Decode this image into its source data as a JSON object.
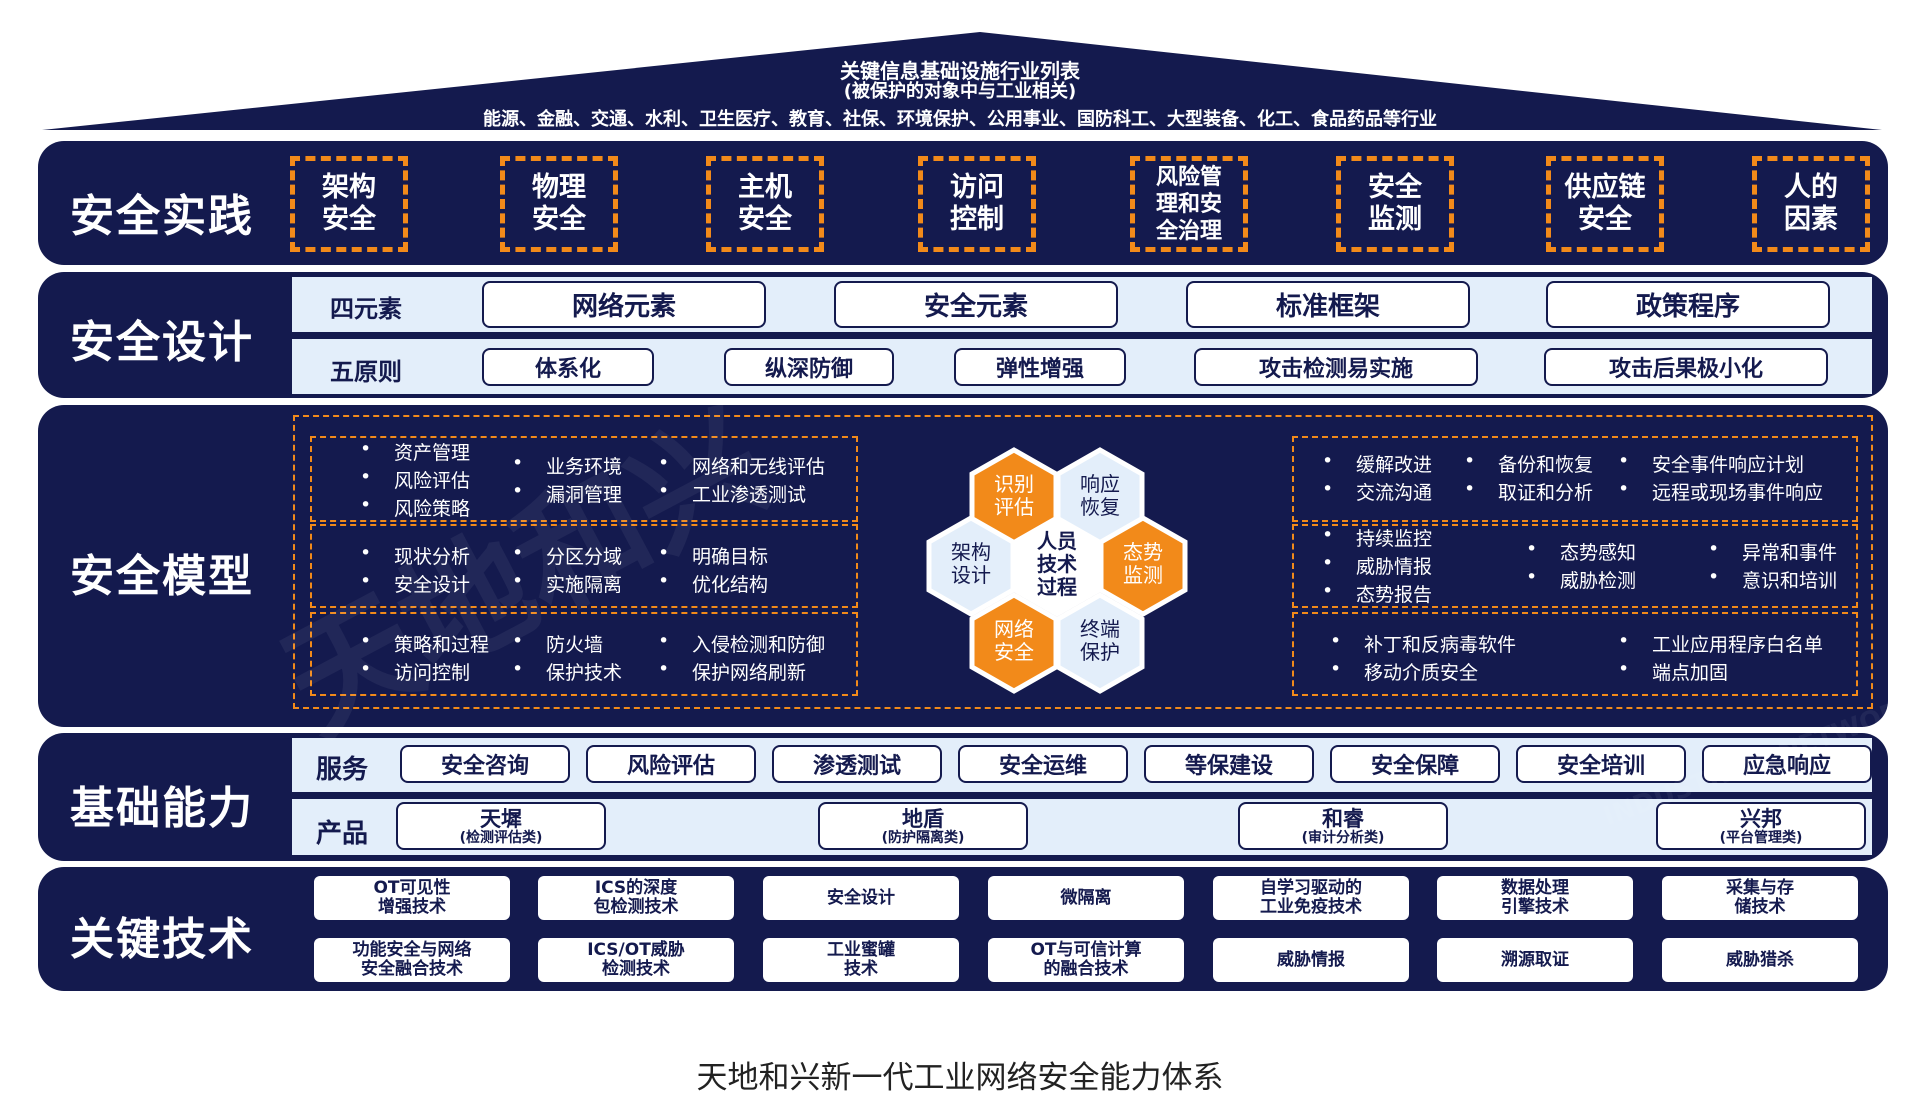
{
  "roof": {
    "title": "关键信息基础设施行业列表",
    "subtitle": "(被保护的对象中与工业相关)",
    "industries": "能源、金融、交通、水利、卫生医疗、教育、社保、环境保护、公用事业、国防科工、大型装备、化工、食品药品等行业"
  },
  "practice": {
    "label": "安全实践",
    "items": [
      {
        "text": "架构\n安全"
      },
      {
        "text": "物理\n安全"
      },
      {
        "text": "主机\n安全"
      },
      {
        "text": "访问\n控制"
      },
      {
        "text": "风险管\n理和安\n全治理"
      },
      {
        "text": "安全\n监测"
      },
      {
        "text": "供应链\n安全"
      },
      {
        "text": "人的\n因素"
      }
    ]
  },
  "design": {
    "label": "安全设计",
    "row1_label": "四元素",
    "row1": [
      "网络元素",
      "安全元素",
      "标准框架",
      "政策程序"
    ],
    "row2_label": "五原则",
    "row2": [
      "体系化",
      "纵深防御",
      "弹性增强",
      "攻击检测易实施",
      "攻击后果极小化"
    ]
  },
  "model": {
    "label": "安全模型",
    "left": [
      [
        [
          "资产管理",
          "风险评估",
          "风险策略"
        ],
        [
          "业务环境",
          "漏洞管理"
        ],
        [
          "网络和无线评估",
          "工业渗透测试"
        ]
      ],
      [
        [
          "现状分析",
          "安全设计"
        ],
        [
          "分区分域",
          "实施隔离"
        ],
        [
          "明确目标",
          "优化结构"
        ]
      ],
      [
        [
          "策略和过程",
          "访问控制"
        ],
        [
          "防火墙",
          "保护技术"
        ],
        [
          "入侵检测和防御",
          "保护网络刷新"
        ]
      ]
    ],
    "right": [
      [
        [
          "缓解改进",
          "交流沟通"
        ],
        [
          "备份和恢复",
          "取证和分析"
        ],
        [
          "安全事件响应计划",
          "远程或现场事件响应"
        ]
      ],
      [
        [
          "持续监控",
          "威胁情报",
          "态势报告"
        ],
        [
          "态势感知",
          "威胁检测"
        ],
        [
          "异常和事件",
          "意识和培训"
        ]
      ],
      [
        [
          "补丁和反病毒软件",
          "移动介质安全"
        ],
        [
          "工业应用程序白名单",
          "端点加固"
        ]
      ]
    ],
    "hex": {
      "identify": "识别\n评估",
      "respond": "响应\n恢复",
      "arch": "架构\n设计",
      "center": "人员\n技术\n过程",
      "monitor": "态势\n监测",
      "network": "网络\n安全",
      "endpoint": "终端\n保护"
    }
  },
  "foundation": {
    "label": "基础能力",
    "services_label": "服务",
    "services": [
      "安全咨询",
      "风险评估",
      "渗透测试",
      "安全运维",
      "等保建设",
      "安全保障",
      "安全培训",
      "应急响应"
    ],
    "products_label": "产品",
    "products": [
      {
        "name": "天墀",
        "sub": "(检测评估类)"
      },
      {
        "name": "地盾",
        "sub": "(防护隔离类)"
      },
      {
        "name": "和睿",
        "sub": "(审计分析类)"
      },
      {
        "name": "兴邦",
        "sub": "(平台管理类)"
      }
    ]
  },
  "tech": {
    "label": "关键技术",
    "row1": [
      "OT可见性\n增强技术",
      "ICS的深度\n包检测技术",
      "安全设计",
      "微隔离",
      "自学习驱动的\n工业免疫技术",
      "数据处理\n引擎技术",
      "采集与存\n储技术"
    ],
    "row2": [
      "功能安全与网络\n安全融合技术",
      "ICS/OT威胁\n检测技术",
      "工业蜜罐\n技术",
      "OT与可信计算\n的融合技术",
      "威胁情报",
      "溯源取证",
      "威胁猎杀"
    ]
  },
  "caption": "天地和兴新一代工业网络安全能力体系",
  "watermarks": [
    "天地和兴",
    "INDUSTRIAL NETWORK SECURITY"
  ],
  "colors": {
    "navy": "#141a4e",
    "orange": "#f28a1a",
    "light_blue": "#e3eefa",
    "white": "#ffffff"
  }
}
